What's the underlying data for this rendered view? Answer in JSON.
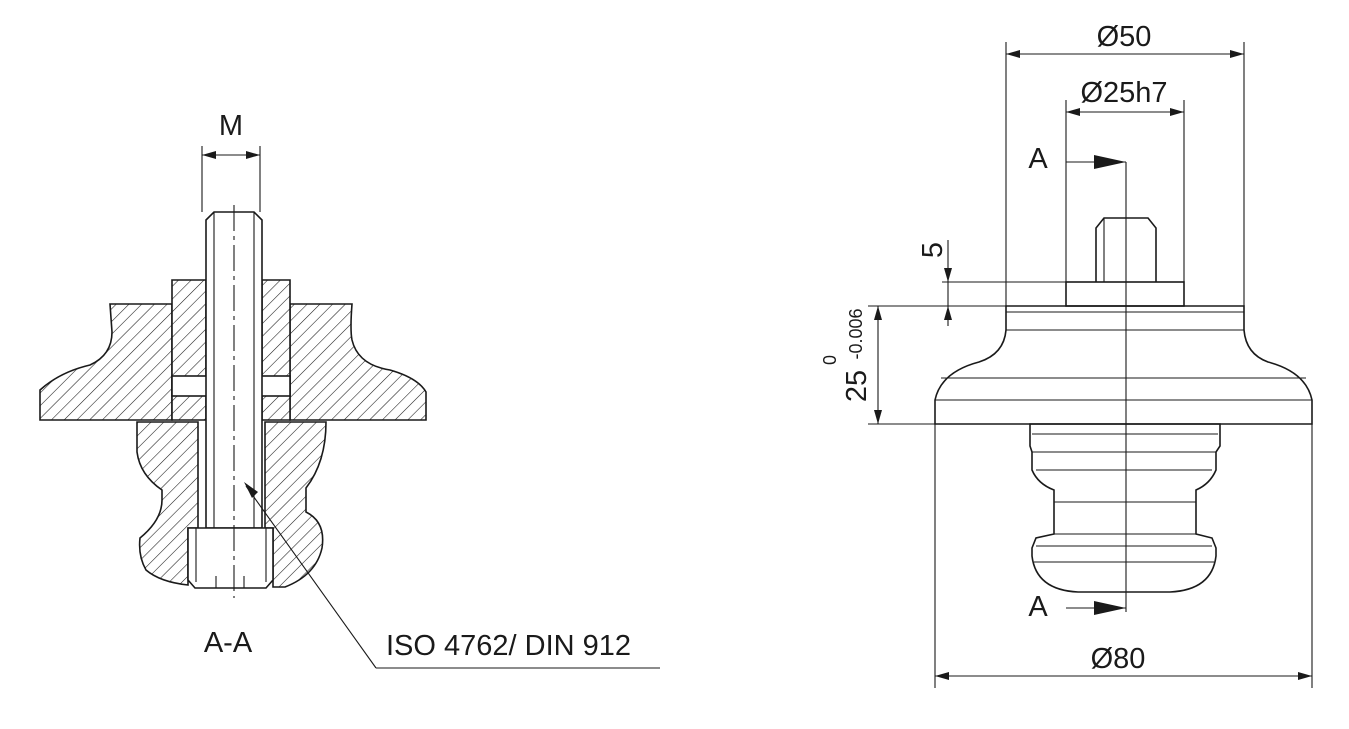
{
  "section_view": {
    "thread_label": "M",
    "section_label": "A-A",
    "screw_standard": "ISO 4762/ DIN 912"
  },
  "side_view": {
    "dia_outer_top": "Ø50",
    "dia_shank": "Ø25h7",
    "dim_step": "5",
    "height_nominal": "25",
    "tolerance_upper": "0",
    "tolerance_lower": "-0.006",
    "dia_base": "Ø80",
    "cut_label_top": "A",
    "cut_label_bottom": "A"
  }
}
